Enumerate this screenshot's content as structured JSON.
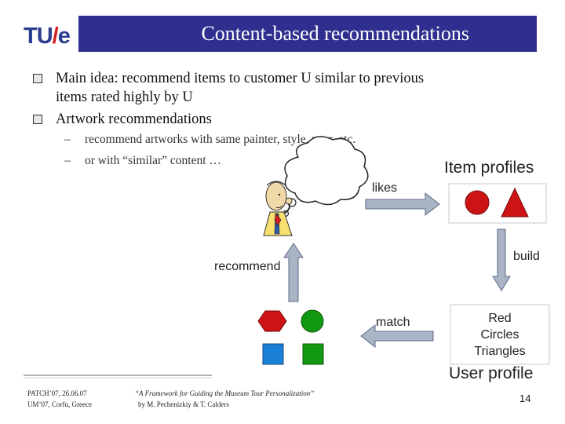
{
  "header": {
    "logo_tu": "TU",
    "logo_slash": "/",
    "logo_e": "e",
    "title": "Content-based recommendations"
  },
  "bullets": [
    {
      "lines": [
        "Main idea: recommend items to customer U similar to previous",
        "items rated highly by U"
      ]
    },
    {
      "lines": [
        "Artwork recommendations"
      ]
    }
  ],
  "sub_bullets": [
    "recommend artworks with same painter, style, year, etc.",
    "or with “similar” content …"
  ],
  "sub_dash": "–",
  "diagram": {
    "item_profiles": "Item profiles",
    "likes": "likes",
    "build": "build",
    "recommend": "recommend",
    "match": "match",
    "user_profile": "User profile",
    "profile_lines": [
      "Red",
      "Circles",
      "Triangles"
    ],
    "colors": {
      "red": "#cc1414",
      "green": "#119911",
      "blue": "#1a7fd6",
      "arrow": "#a9b4c6"
    }
  },
  "footer": {
    "left_line1": "PATCH’07, 26.06.07",
    "left_line2": "UM’07, Corfu, Greece",
    "center_line1": "“A Framework for Guiding the Museum Tour Personalization”",
    "center_line2": "by M. Pechenizkiy & T. Calders",
    "page_number": "14"
  }
}
